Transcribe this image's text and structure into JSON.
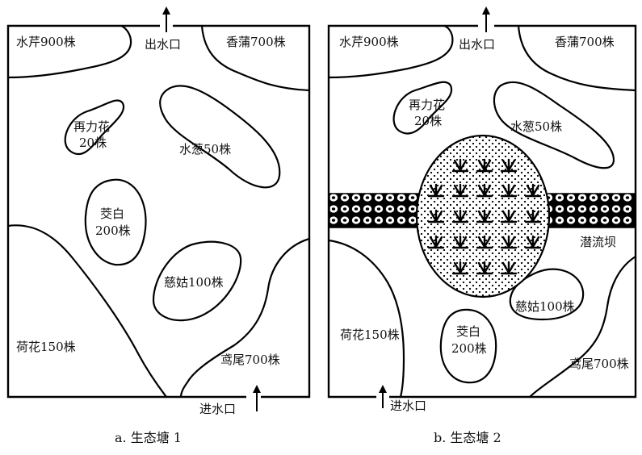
{
  "pond_a": {
    "caption": "a. 生态塘 1",
    "outlet_label": "出水口",
    "inlet_label": "进水口",
    "zones": [
      {
        "name": "水芹",
        "count": "900株",
        "text": "水芹900株"
      },
      {
        "name": "香蒲",
        "count": "700株",
        "text": "香蒲700株"
      },
      {
        "name": "再力花",
        "line1": "再力花",
        "line2": "20株"
      },
      {
        "name": "水葱",
        "count": "50株",
        "text": "水葱50株"
      },
      {
        "name": "茭白",
        "line1": "茭白",
        "line2": "200株"
      },
      {
        "name": "慈姑",
        "count": "100株",
        "text": "慈姑100株"
      },
      {
        "name": "荷花",
        "count": "150株",
        "text": "荷花150株"
      },
      {
        "name": "鸢尾",
        "count": "700株",
        "text": "鸢尾700株"
      }
    ]
  },
  "pond_b": {
    "caption": "b. 生态塘 2",
    "outlet_label": "出水口",
    "inlet_label": "进水口",
    "dam_label": "潜流坝",
    "zones": [
      {
        "name": "水芹",
        "count": "900株",
        "text": "水芹900株"
      },
      {
        "name": "香蒲",
        "count": "700株",
        "text": "香蒲700株"
      },
      {
        "name": "再力花",
        "line1": "再力花",
        "line2": "20株"
      },
      {
        "name": "水葱",
        "count": "50株",
        "text": "水葱50株"
      },
      {
        "name": "慈姑",
        "count": "100株",
        "text": "慈姑100株"
      },
      {
        "name": "荷花",
        "count": "150株",
        "text": "荷花150株"
      },
      {
        "name": "茭白",
        "line1": "茭白",
        "line2": "200株"
      },
      {
        "name": "鸢尾",
        "count": "700株",
        "text": "鸢尾700株"
      }
    ]
  }
}
